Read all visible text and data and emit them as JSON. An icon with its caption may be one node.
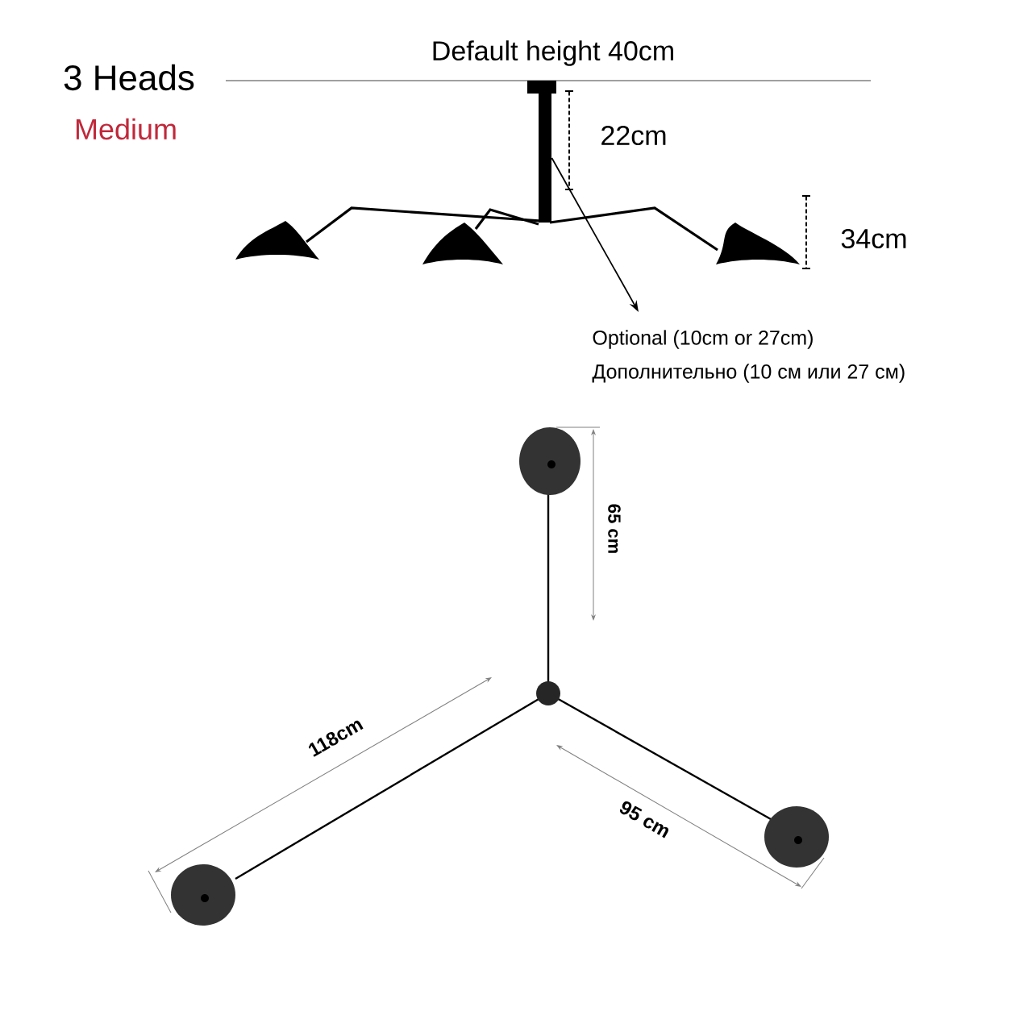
{
  "diagram": {
    "nodes": [
      {
        "text": [],
        "shape": "bar"
      },
      {
        "text": [
          "Optional (10cm or 27cm)",
          "Дополнительно (10 см или 27 см)"
        ]
      }
    ],
    "edges": [
      {
        "from": 0,
        "to": 1,
        "arrow": "to"
      }
    ],
    "labels": [
      "3 Heads",
      "Medium",
      "Default height 40cm",
      "22cm",
      "34cm",
      "65 cm",
      "118cm",
      "95 cm"
    ]
  }
}
